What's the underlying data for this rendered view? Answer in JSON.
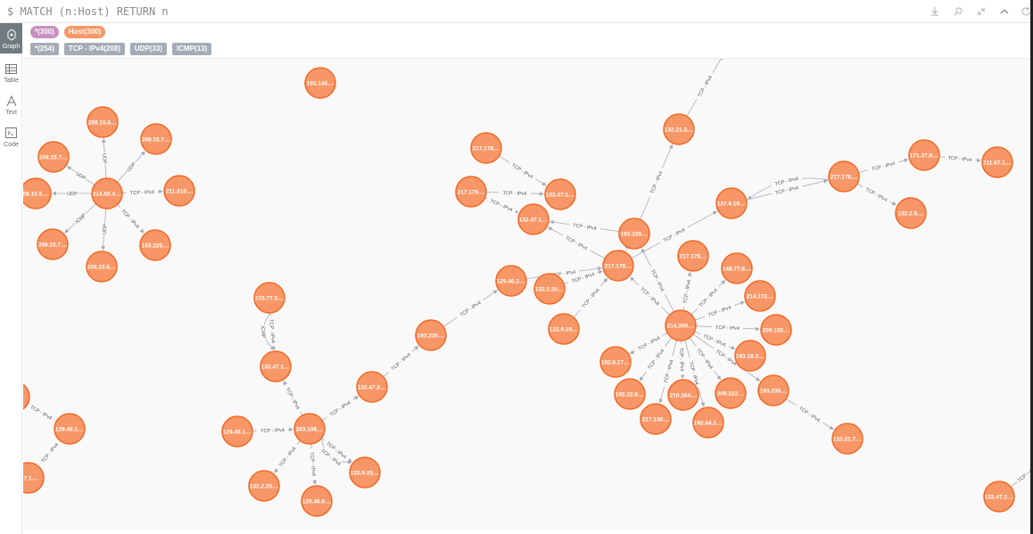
{
  "query": {
    "text": "$ MATCH (n:Host) RETURN n"
  },
  "toolbar": {
    "icons": [
      "download-icon",
      "pin-icon",
      "collapse-icon",
      "chevron-up-icon",
      "refresh-icon"
    ]
  },
  "sidebar": {
    "items": [
      {
        "label": "Graph",
        "icon": "graph-icon",
        "active": true
      },
      {
        "label": "Table",
        "icon": "table-icon",
        "active": false
      },
      {
        "label": "Text",
        "icon": "text-icon",
        "active": false
      },
      {
        "label": "Code",
        "icon": "code-icon",
        "active": false
      }
    ]
  },
  "legend": {
    "labels": [
      {
        "text": "*(300)",
        "color": "#c990c0"
      },
      {
        "text": "Host(300)",
        "color": "#f79767"
      }
    ],
    "relationships": [
      {
        "text": "*(254)"
      },
      {
        "text": "TCP - IPv4(208)"
      },
      {
        "text": "UDP(33)"
      },
      {
        "text": "ICMP(13)"
      }
    ]
  },
  "colors": {
    "node_fill": "#f79767",
    "node_stroke": "#f36924",
    "edge": "#a5abb6"
  },
  "graph": {
    "nodes": [
      {
        "id": "n1",
        "label": "193.146...."
      },
      {
        "id": "n2",
        "label": "208.15.6...."
      },
      {
        "id": "n3",
        "label": "208.15.7...."
      },
      {
        "id": "n4",
        "label": "208.15.7...."
      },
      {
        "id": "n5",
        "label": "08.15.6...."
      },
      {
        "id": "n6",
        "label": "214.50.4...."
      },
      {
        "id": "n7",
        "label": "211.210...."
      },
      {
        "id": "n8",
        "label": "208.15.7...."
      },
      {
        "id": "n9",
        "label": "193.225...."
      },
      {
        "id": "n10",
        "label": "208.15.6...."
      },
      {
        "id": "n11",
        "label": "132.21.3...."
      },
      {
        "id": "n12",
        "label": "217.178...."
      },
      {
        "id": "n13",
        "label": "217.178...."
      },
      {
        "id": "n14",
        "label": "132.47.1...."
      },
      {
        "id": "n15",
        "label": "132.47.1...."
      },
      {
        "id": "n16",
        "label": "193.235...."
      },
      {
        "id": "n17",
        "label": "217.178...."
      },
      {
        "id": "n18",
        "label": "137.9.19...."
      },
      {
        "id": "n19",
        "label": "217.178...."
      },
      {
        "id": "n20",
        "label": "171.37.8...."
      },
      {
        "id": "n21",
        "label": "211.67.1...."
      },
      {
        "id": "n22",
        "label": "132.2.6...."
      },
      {
        "id": "n23",
        "label": "129.46.2...."
      },
      {
        "id": "n24",
        "label": "132.2.20...."
      },
      {
        "id": "n25",
        "label": "132.9.19...."
      },
      {
        "id": "n26",
        "label": "217.178...."
      },
      {
        "id": "n27",
        "label": "148.77.8...."
      },
      {
        "id": "n28",
        "label": "214.172...."
      },
      {
        "id": "n29",
        "label": "214.200...."
      },
      {
        "id": "n30",
        "label": "209.155...."
      },
      {
        "id": "n31",
        "label": "193.18.3...."
      },
      {
        "id": "n32",
        "label": "193.235...."
      },
      {
        "id": "n33",
        "label": "192.8.17...."
      },
      {
        "id": "n34",
        "label": "192.22.8...."
      },
      {
        "id": "n35",
        "label": "210.164...."
      },
      {
        "id": "n36",
        "label": "209.222...."
      },
      {
        "id": "n37",
        "label": "217.130...."
      },
      {
        "id": "n38",
        "label": "192.64.1...."
      },
      {
        "id": "n39",
        "label": "132.21.7...."
      },
      {
        "id": "n40",
        "label": "193.235...."
      },
      {
        "id": "n41",
        "label": "215.77.3...."
      },
      {
        "id": "n42",
        "label": "132.47.1...."
      },
      {
        "id": "n43",
        "label": "132.47.2...."
      },
      {
        "id": "n44",
        "label": "203.106...."
      },
      {
        "id": "n45",
        "label": "129.46.1...."
      },
      {
        "id": "n46",
        "label": "132.9.25...."
      },
      {
        "id": "n47",
        "label": "132.2.20...."
      },
      {
        "id": "n48",
        "label": "129.46.9...."
      },
      {
        "id": "n49",
        "label": "129.46.1...."
      },
      {
        "id": "n50",
        "label": ".77.1...."
      },
      {
        "id": "n51",
        "label": ""
      },
      {
        "id": "n52",
        "label": "132.47.2...."
      }
    ],
    "edges": [
      {
        "from": "n6",
        "to": "n10",
        "label": "UDP"
      },
      {
        "from": "n6",
        "to": "n2",
        "label": "UDP"
      },
      {
        "from": "n6",
        "to": "n3",
        "label": "UDP"
      },
      {
        "from": "n6",
        "to": "n4",
        "label": "UDP"
      },
      {
        "from": "n6",
        "to": "n5",
        "label": "UDP"
      },
      {
        "from": "n6",
        "to": "n8",
        "label": "ICMP"
      },
      {
        "from": "n6",
        "to": "n7",
        "label": "TCP - IPv4"
      },
      {
        "from": "n6",
        "to": "n9",
        "label": "TCP - IPv4"
      },
      {
        "from": "n16",
        "to": "n11",
        "label": "TCP - IPv4"
      },
      {
        "from": "n11",
        "to": "n11top",
        "label": "TCP - IPv4"
      },
      {
        "from": "n12",
        "to": "n14",
        "label": "TCP - IPv4"
      },
      {
        "from": "n13",
        "to": "n14",
        "label": "TCP - IPv4"
      },
      {
        "from": "n13",
        "to": "n15",
        "label": "TCP - IPv4"
      },
      {
        "from": "n16",
        "to": "n15",
        "label": "TCP - IPv4"
      },
      {
        "from": "n17",
        "to": "n15",
        "label": "TCP - IPv4"
      },
      {
        "from": "n17",
        "to": "n16",
        "label": "TCP - IPv4"
      },
      {
        "from": "n17",
        "to": "n18",
        "label": "TCP - IPv4"
      },
      {
        "from": "n18",
        "to": "n19",
        "label": "TCP - IPv4"
      },
      {
        "from": "n19",
        "to": "n18",
        "label": "TCP - IPv4"
      },
      {
        "from": "n19",
        "to": "n20",
        "label": "TCP - IPv4"
      },
      {
        "from": "n20",
        "to": "n21",
        "label": "TCP - IPv4"
      },
      {
        "from": "n19",
        "to": "n22",
        "label": "TCP - IPv4"
      },
      {
        "from": "n23",
        "to": "n17",
        "label": "TCP - IPv4"
      },
      {
        "from": "n24",
        "to": "n17",
        "label": "TCP - IPv4"
      },
      {
        "from": "n25",
        "to": "n17",
        "label": "TCP - IPv4"
      },
      {
        "from": "n29",
        "to": "n17",
        "label": "TCP - IPv4"
      },
      {
        "from": "n29",
        "to": "n16",
        "label": "TCP - IPv4"
      },
      {
        "from": "n29",
        "to": "n26",
        "label": "TCP - IPv4"
      },
      {
        "from": "n29",
        "to": "n27",
        "label": "TCP - IPv4"
      },
      {
        "from": "n29",
        "to": "n28",
        "label": "TCP - IPv4"
      },
      {
        "from": "n29",
        "to": "n30",
        "label": "TCP - IPv4"
      },
      {
        "from": "n29",
        "to": "n31",
        "label": "TCP - IPv4"
      },
      {
        "from": "n29",
        "to": "n32",
        "label": "TCP - IPv4"
      },
      {
        "from": "n29",
        "to": "n33",
        "label": "TCP - IPv4"
      },
      {
        "from": "n29",
        "to": "n34",
        "label": "TCP - IPv4"
      },
      {
        "from": "n29",
        "to": "n35",
        "label": "TCP - IPv4"
      },
      {
        "from": "n29",
        "to": "n36",
        "label": "TCP - IPv4"
      },
      {
        "from": "n29",
        "to": "n37",
        "label": "TCP - IPv4"
      },
      {
        "from": "n29",
        "to": "n38",
        "label": "TCP - IPv4"
      },
      {
        "from": "n32",
        "to": "n39",
        "label": "TCP - IPv4"
      },
      {
        "from": "n40",
        "to": "n23",
        "label": "TCP - IPv4"
      },
      {
        "from": "n43",
        "to": "n40",
        "label": "TCP - IPv4"
      },
      {
        "from": "n44",
        "to": "n43",
        "label": "TCP - IPv4"
      },
      {
        "from": "n41",
        "to": "n42",
        "label": "TCP - IPv4"
      },
      {
        "from": "n41",
        "to": "n42",
        "label": "ICMP"
      },
      {
        "from": "n44",
        "to": "n42",
        "label": "TCP - IPv4"
      },
      {
        "from": "n45",
        "to": "n44",
        "label": "TCP - IPv4"
      },
      {
        "from": "n44",
        "to": "n46",
        "label": "TCP - IPv4"
      },
      {
        "from": "n44",
        "to": "n46",
        "label": "TCP - IPv4"
      },
      {
        "from": "n44",
        "to": "n47",
        "label": "TCP - IPv4"
      },
      {
        "from": "n44",
        "to": "n48",
        "label": "TCP - IPv4"
      },
      {
        "from": "n51",
        "to": "n49",
        "label": "TCP - IPv4"
      },
      {
        "from": "n49",
        "to": "n50",
        "label": "TCP - IPv4"
      },
      {
        "from": "n52",
        "to": "n52tr",
        "label": "TCP"
      }
    ]
  }
}
